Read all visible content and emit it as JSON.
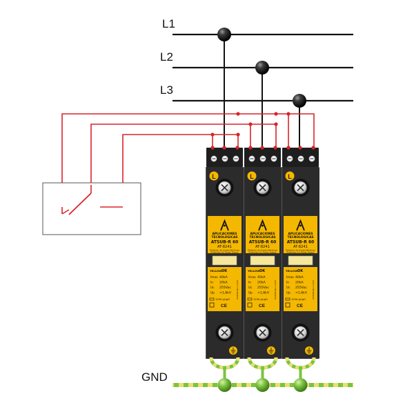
{
  "lines": {
    "l1": "L1",
    "l2": "L2",
    "l3": "L3",
    "gnd": "GND"
  },
  "module": {
    "badge": "L",
    "brand_line1": "APLICACIONES",
    "brand_line2": "TECNOLÓGICAS",
    "model": "ATSUB-R 60",
    "part": "AT-8241",
    "desc1": "Protector de Líneas Eléctricas",
    "desc2": "Protection for Power Supply",
    "indicator_label": "YELLOW:",
    "indicator_value": "OK",
    "spec1": "40kA",
    "spec2": "20kA",
    "spec3": "255Vac",
    "spec4": "<1,6kV",
    "fuse": "125A gL/gG",
    "ce": "CE",
    "side": "AT-8241 Rev. 1.2/20"
  },
  "colors": {
    "wire_red": "#d9232a",
    "module_body": "#2b2b2b",
    "label_yellow": "#f5b800",
    "earth_green": "#7cc242"
  },
  "modules": [
    {
      "id": "m1"
    },
    {
      "id": "m2"
    },
    {
      "id": "m3"
    }
  ]
}
